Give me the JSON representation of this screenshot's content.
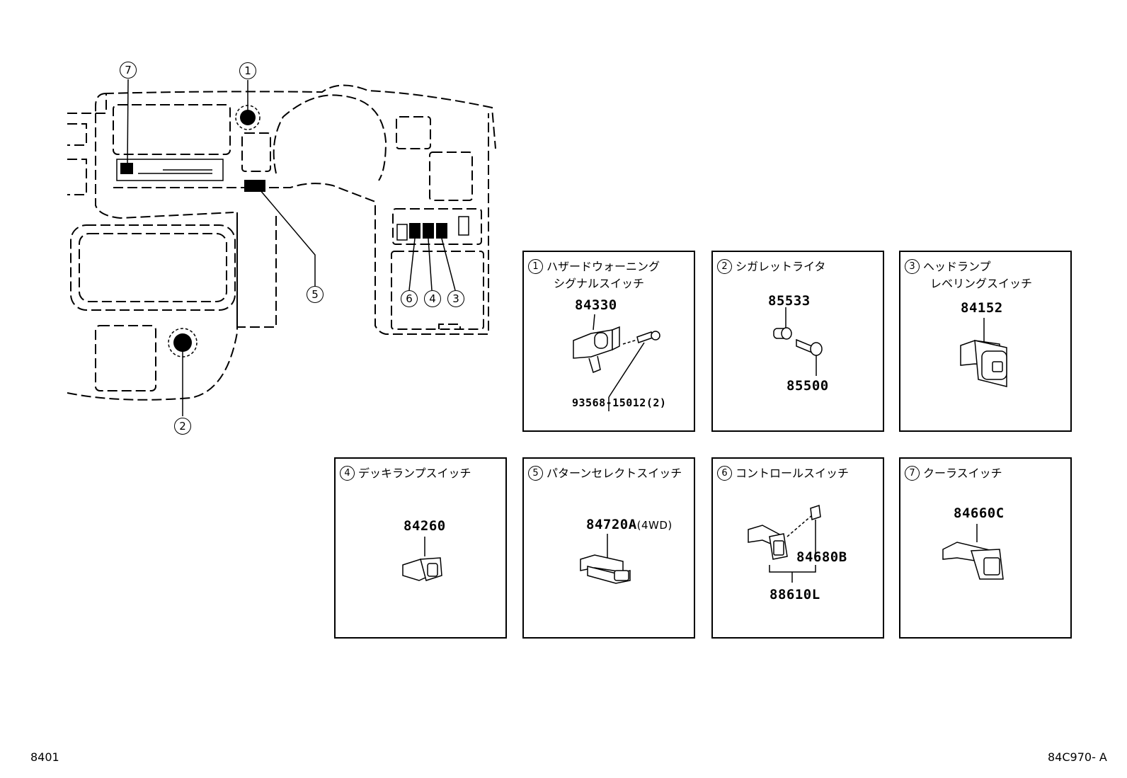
{
  "callouts": [
    "1",
    "2",
    "3",
    "4",
    "5",
    "6",
    "7"
  ],
  "panels": [
    {
      "num": "1",
      "title1": "ハザードウォーニング",
      "title2": "シグナルスイッチ",
      "parts": [
        "84330",
        "93568-15012(2)"
      ]
    },
    {
      "num": "2",
      "title1": "シガレットライタ",
      "title2": "",
      "parts": [
        "85533",
        "85500"
      ]
    },
    {
      "num": "3",
      "title1": "ヘッドランプ",
      "title2": "レベリングスイッチ",
      "parts": [
        "84152"
      ]
    },
    {
      "num": "4",
      "title1": "デッキランプスイッチ",
      "title2": "",
      "parts": [
        "84260"
      ]
    },
    {
      "num": "5",
      "title1": "パターンセレクトスイッチ",
      "title2": "",
      "parts": [
        "84720A"
      ],
      "note": "(4WD)"
    },
    {
      "num": "6",
      "title1": "コントロールスイッチ",
      "title2": "",
      "parts": [
        "84680B",
        "88610L"
      ]
    },
    {
      "num": "7",
      "title1": "クーラスイッチ",
      "title2": "",
      "parts": [
        "84660C"
      ]
    }
  ],
  "footer": {
    "left": "8401",
    "right": "84C970- A"
  }
}
